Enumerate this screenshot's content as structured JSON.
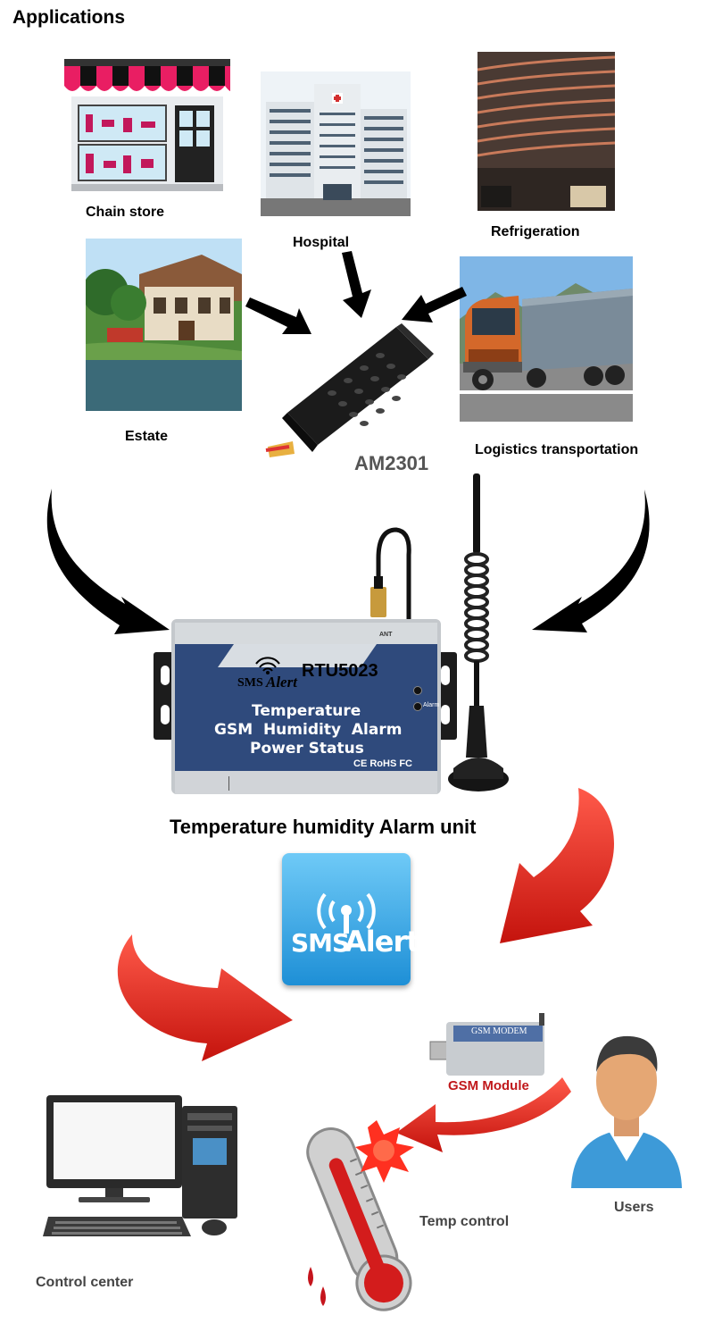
{
  "header": {
    "title": "Applications"
  },
  "applications": {
    "chain_store": "Chain store",
    "hospital": "Hospital",
    "refrigeration": "Refrigeration",
    "estate": "Estate",
    "logistics": "Logistics transportation"
  },
  "sensor": {
    "model": "AM2301"
  },
  "device": {
    "model": "RTU5023",
    "brand_line1": "SMS",
    "brand_line2": "Alert",
    "line1": "Temperature",
    "line2": "GSM  Humidity  Alarm",
    "line3": "Power Status",
    "marks": "CE RoHS FC",
    "ant_label": "ANT",
    "alarm_label": "Alarm",
    "caption": "Temperature humidity Alarm unit"
  },
  "sms_icon": {
    "line1": "SMS",
    "line2": "Alert"
  },
  "gsm_module": {
    "device_label": "GSM MODEM",
    "caption": "GSM Module"
  },
  "nodes": {
    "control_center": "Control center",
    "temp_control": "Temp control",
    "users": "Users"
  },
  "colors": {
    "device_blue": "#2f4a7c",
    "sms_blue": "#2fa3e3",
    "red_arrow": "#e3241b",
    "gsm_red": "#c0181b"
  }
}
